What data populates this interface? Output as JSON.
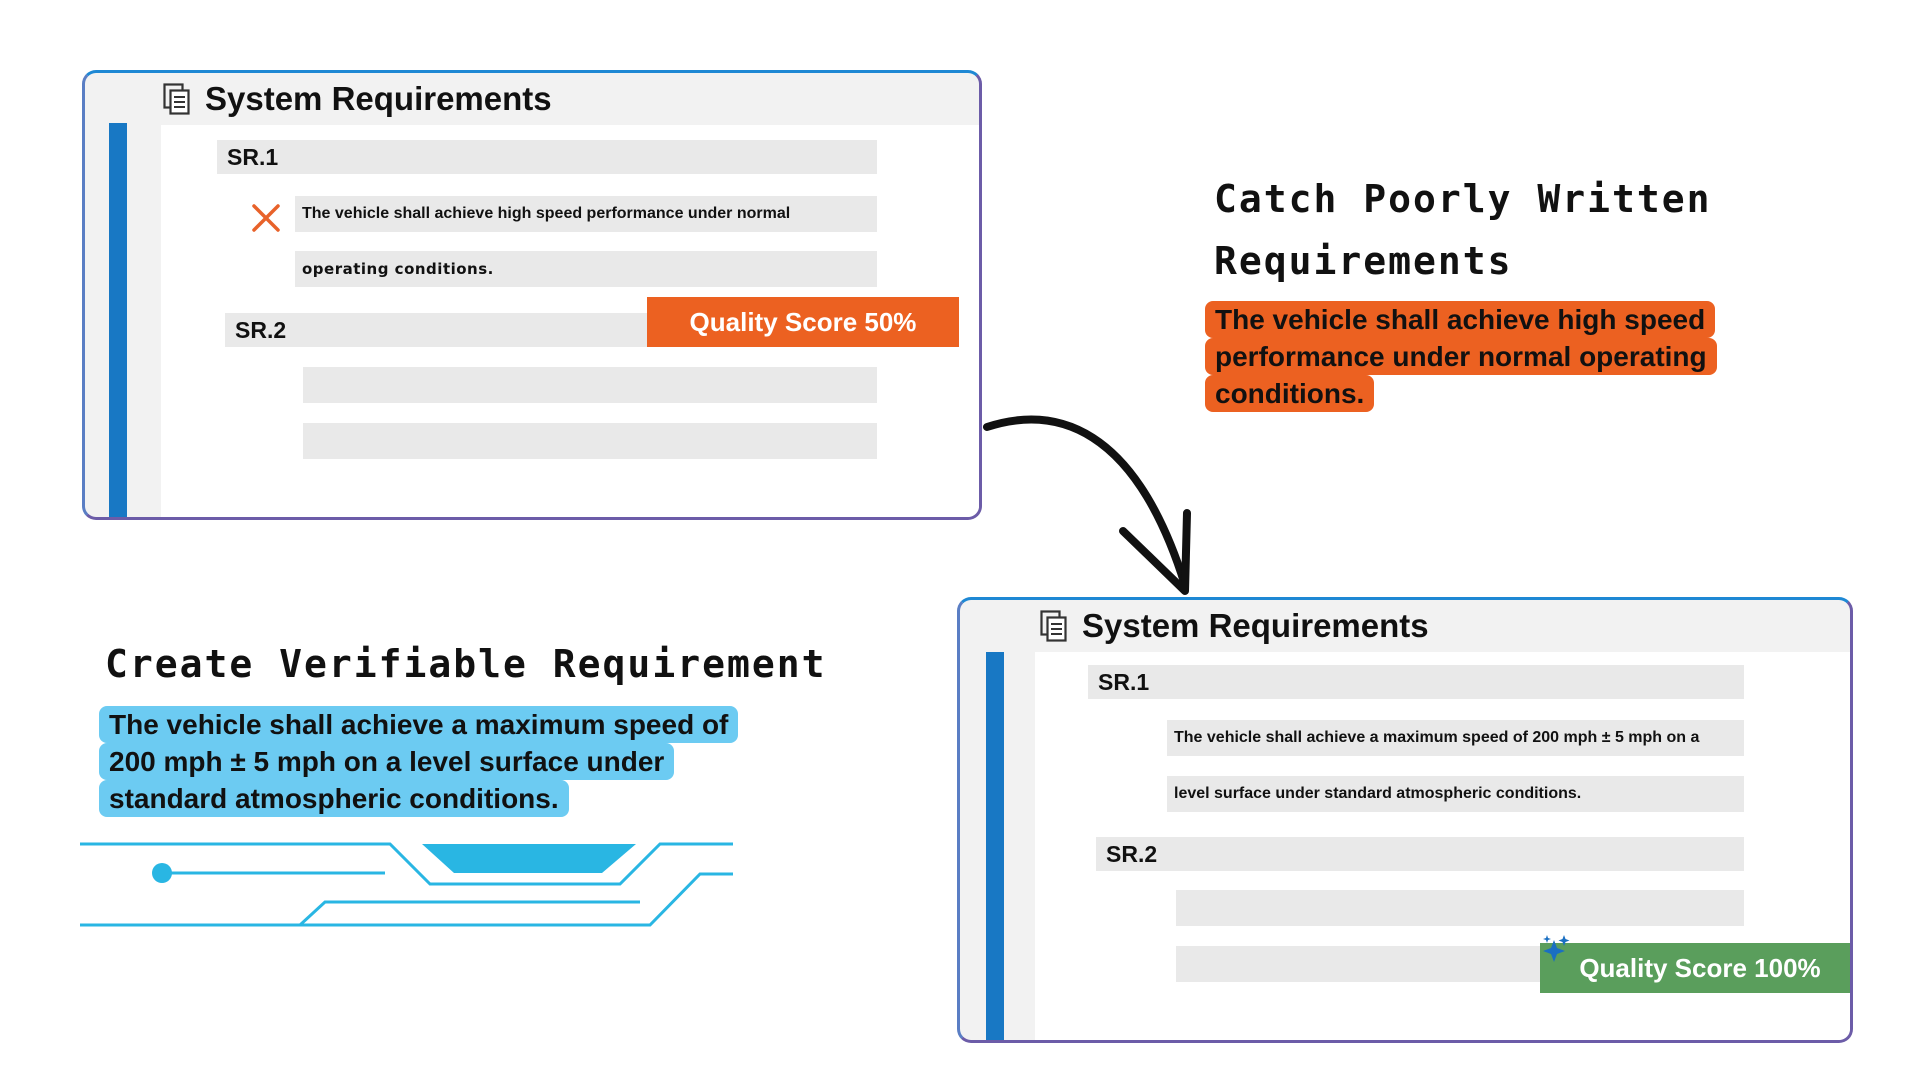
{
  "top_panel": {
    "title": "System Requirements",
    "icon": "document-icon",
    "sr1_label": "SR.1",
    "sr1_line1": "The vehicle shall achieve high speed performance under normal",
    "sr1_line2": "operating conditions.",
    "sr2_label": "SR.2",
    "status_icon": "cross-icon",
    "quality_badge": "Quality Score 50%",
    "badge_color": "#ec6121"
  },
  "bottom_panel": {
    "title": "System Requirements",
    "icon": "document-icon",
    "sr1_label": "SR.1",
    "sr1_line1": "The vehicle shall achieve a maximum speed of 200 mph ± 5 mph on a",
    "sr1_line2": "level surface under standard atmospheric conditions.",
    "sr2_label": "SR.2",
    "status_icon": "sparkle-icon",
    "quality_badge": "Quality Score 100%",
    "badge_color": "#5a9e5c"
  },
  "catch_section": {
    "heading_line1": "Catch Poorly Written",
    "heading_line2": "Requirements",
    "example_lines": [
      "The vehicle shall achieve high speed",
      "performance under normal operating",
      "conditions."
    ],
    "highlight_color": "#ec6121"
  },
  "create_section": {
    "heading": "Create Verifiable Requirement",
    "example_lines": [
      "The vehicle shall achieve a maximum speed of",
      "200 mph ± 5 mph on a level surface under",
      "standard atmospheric conditions."
    ],
    "highlight_color": "#6ccbf2"
  },
  "colors": {
    "accent_blue": "#1878c4",
    "circuit_blue": "#29b6e3",
    "panel_border": "#6c5ca8"
  }
}
